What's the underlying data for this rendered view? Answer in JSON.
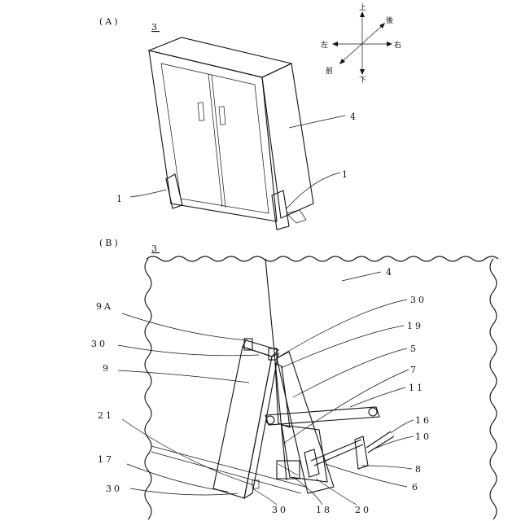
{
  "panels": {
    "a": {
      "label": "(A)",
      "ref": "3"
    },
    "b": {
      "label": "(B)",
      "ref": "3"
    }
  },
  "compass": {
    "up": "上",
    "down": "下",
    "left": "左",
    "right": "右",
    "front": "前",
    "back": "後"
  },
  "callouts_a": [
    "4",
    "1",
    "1"
  ],
  "callouts_b": [
    "4",
    "30",
    "19",
    "5",
    "7",
    "11",
    "16",
    "10",
    "8",
    "6",
    "20",
    "18",
    "30",
    "30",
    "17",
    "21",
    "9",
    "30",
    "9A"
  ]
}
